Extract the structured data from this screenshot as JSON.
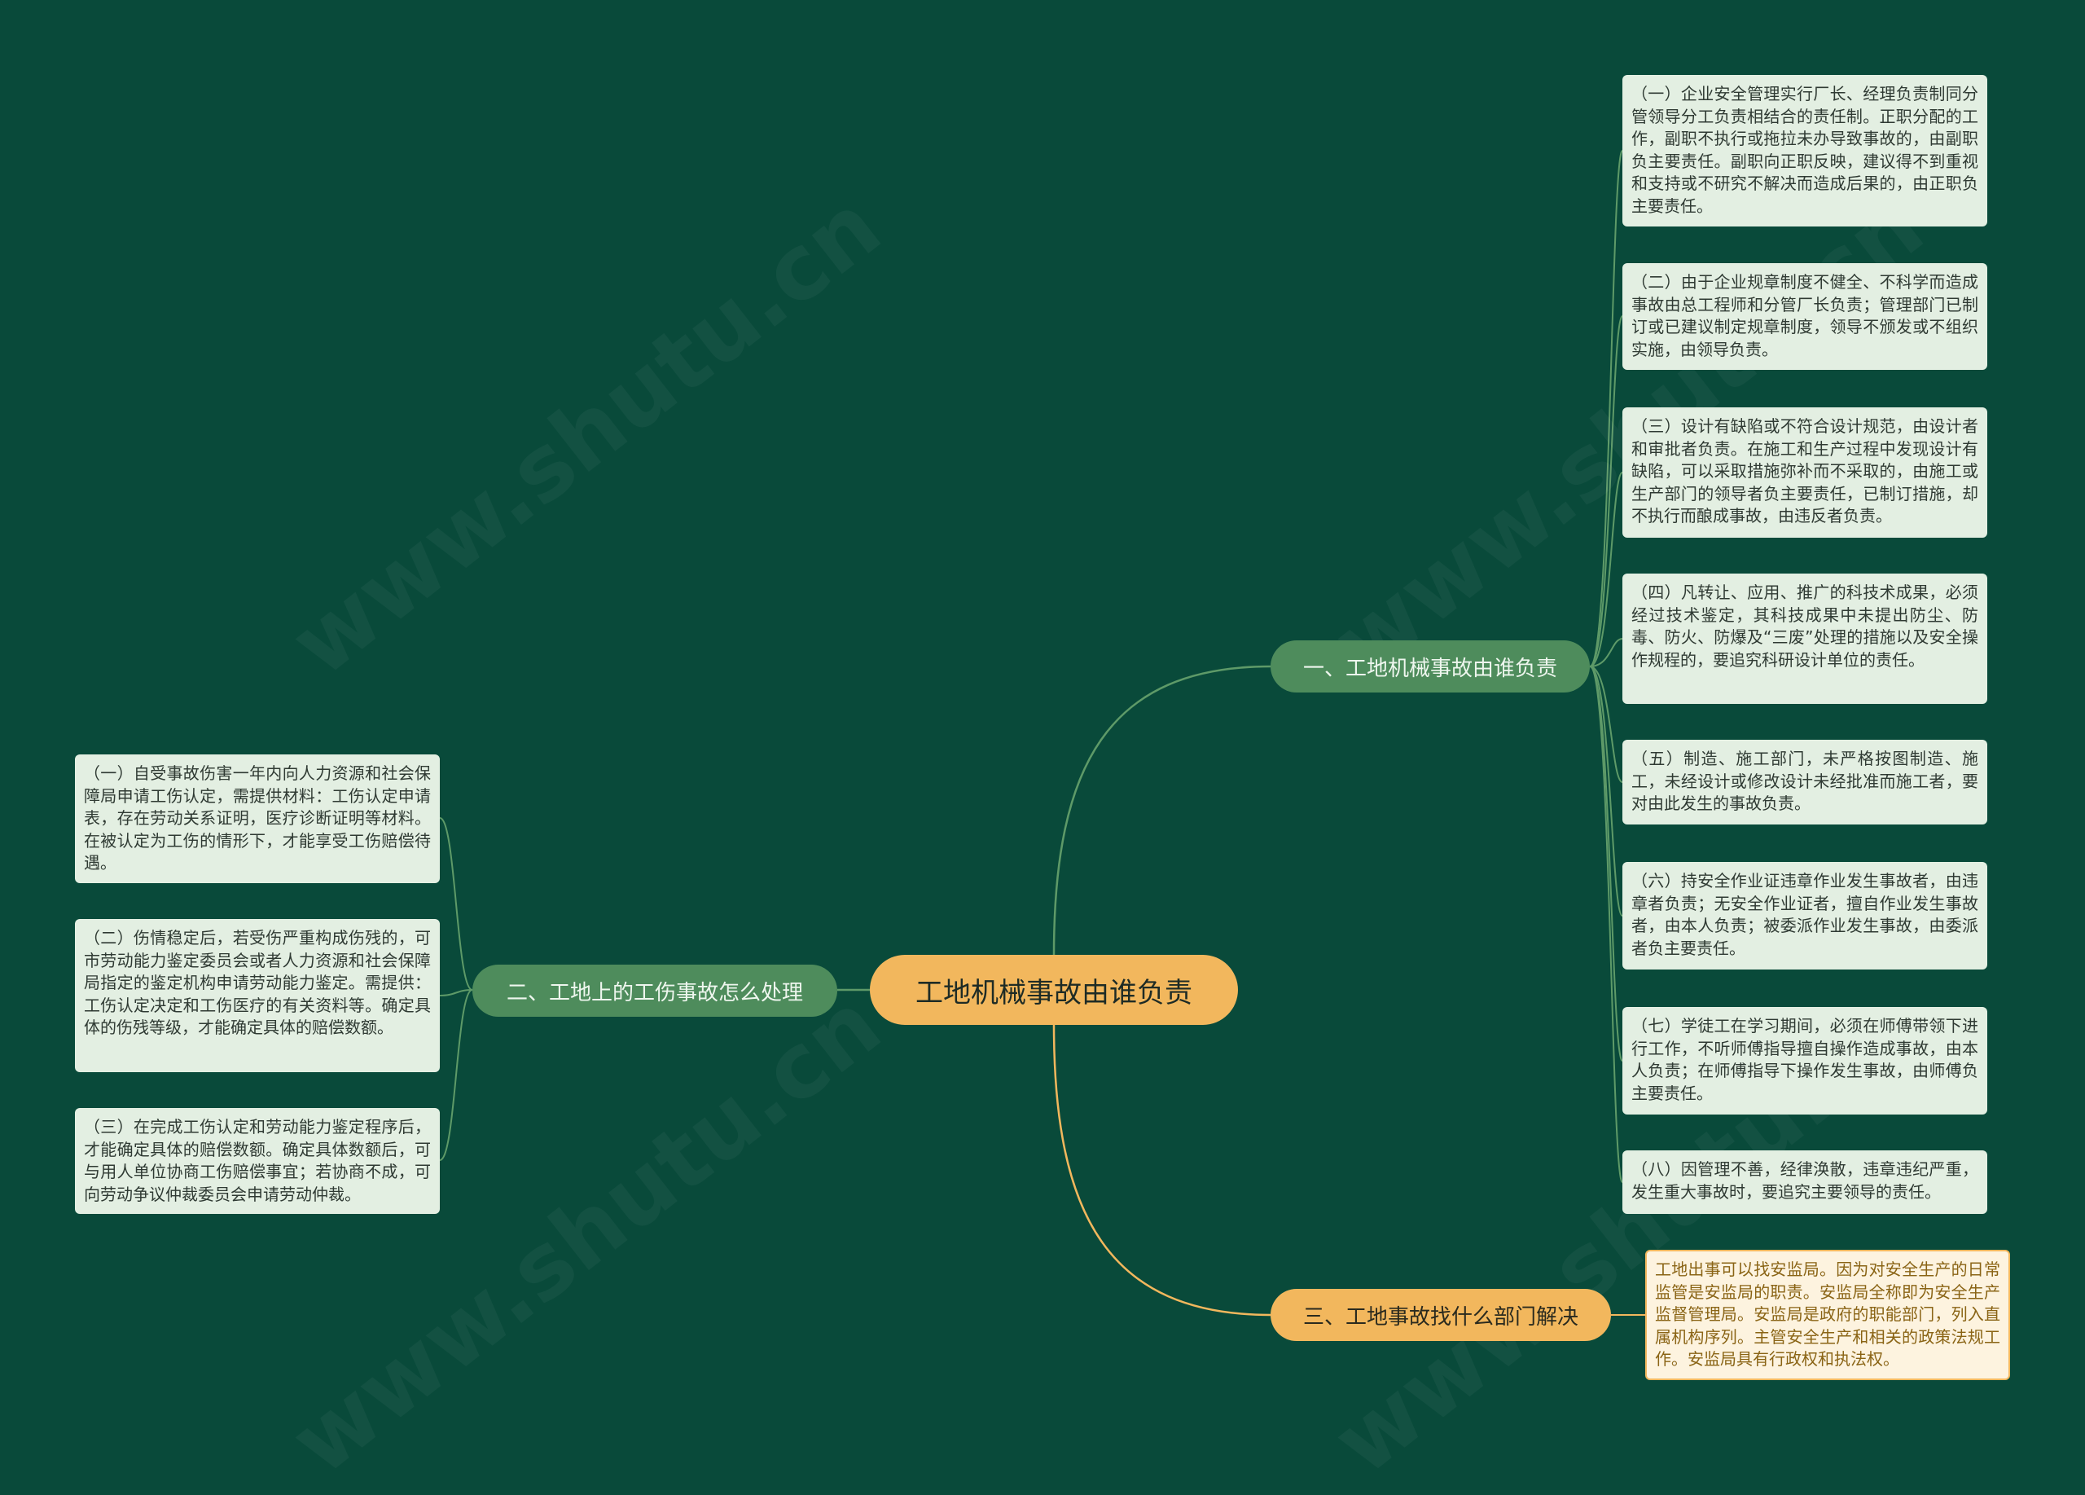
{
  "mindmap": {
    "root": "工地机械事故由谁负责",
    "branches": [
      {
        "label": "一、工地机械事故由谁负责",
        "children": [
          "（一）企业安全管理实行厂长、经理负责制同分管领导分工负责相结合的责任制。正职分配的工作，副职不执行或拖拉未办导致事故的，由副职负主要责任。副职向正职反映，建议得不到重视和支持或不研究不解决而造成后果的，由正职负主要责任。",
          "（二）由于企业规章制度不健全、不科学而造成事故由总工程师和分管厂长负责；管理部门已制订或已建议制定规章制度，领导不颁发或不组织实施，由领导负责。",
          "（三）设计有缺陷或不符合设计规范，由设计者和审批者负责。在施工和生产过程中发现设计有缺陷，可以采取措施弥补而不采取的，由施工或生产部门的领导者负主要责任，已制订措施，却不执行而酿成事故，由违反者负责。",
          "（四）凡转让、应用、推广的科技术成果，必须经过技术鉴定，其科技成果中未提出防尘、防毒、防火、防爆及“三废”处理的措施以及安全操作规程的，要追究科研设计单位的责任。",
          "（五）制造、施工部门，未严格按图制造、施工，未经设计或修改设计未经批准而施工者，要对由此发生的事故负责。",
          "（六）持安全作业证违章作业发生事故者，由违章者负责；无安全作业证者，擅自作业发生事故者，由本人负责；被委派作业发生事故，由委派者负主要责任。",
          "（七）学徒工在学习期间，必须在师傅带领下进行工作，不听师傅指导擅自操作造成事故，由本人负责；在师傅指导下操作发生事故，由师傅负主要责任。",
          "（八）因管理不善，经律涣散，违章违纪严重，发生重大事故时，要追究主要领导的责任。"
        ]
      },
      {
        "label": "二、工地上的工伤事故怎么处理",
        "children": [
          "（一）自受事故伤害一年内向人力资源和社会保障局申请工伤认定，需提供材料：工伤认定申请表，存在劳动关系证明，医疗诊断证明等材料。在被认定为工伤的情形下，才能享受工伤赔偿待遇。",
          "（二）伤情稳定后，若受伤严重构成伤残的，可市劳动能力鉴定委员会或者人力资源和社会保障局指定的鉴定机构申请劳动能力鉴定。需提供：工伤认定决定和工伤医疗的有关资料等。确定具体的伤残等级，才能确定具体的赔偿数额。",
          "（三）在完成工伤认定和劳动能力鉴定程序后，才能确定具体的赔偿数额。确定具体数额后，可与用人单位协商工伤赔偿事宜；若协商不成，可向劳动争议仲裁委员会申请劳动仲裁。"
        ]
      },
      {
        "label": "三、工地事故找什么部门解决",
        "children": [
          "工地出事可以找安监局。因为对安全生产的日常监管是安监局的职责。安监局全称即为安全生产监督管理局。安监局是政府的职能部门，列入直属机构序列。主管安全生产和相关的政策法规工作。安监局具有行政权和执法权。"
        ]
      }
    ],
    "watermark": "www.shutu.cn"
  },
  "colors": {
    "background": "#094a3a",
    "root_fill": "#f2b75d",
    "branch_green": "#4e8c5c",
    "branch_gold": "#f2b75d",
    "leaf_fill": "#e3efe2",
    "note_fill": "#fdf3df",
    "note_text": "#8a6415",
    "link_green": "#5e9a68",
    "link_gold": "#f2b75d"
  }
}
